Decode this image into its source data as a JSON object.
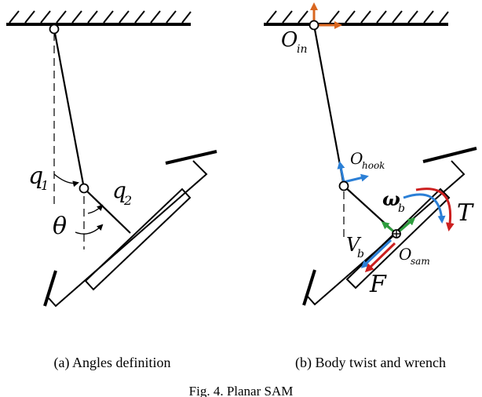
{
  "captions": {
    "left": "(a) Angles definition",
    "right": "(b) Body twist and wrench",
    "figure": "Fig. 4. Planar SAM"
  },
  "labels_left": {
    "q1": "q",
    "q1_sub": "1",
    "q2": "q",
    "q2_sub": "2",
    "theta": "θ"
  },
  "labels_right": {
    "o_in": "O",
    "o_in_sub": "in",
    "o_hook": "O",
    "o_hook_sub": "hook",
    "omega": "ω",
    "omega_sub": "b",
    "v": "V",
    "v_sub": "b",
    "o_sam": "O",
    "o_sam_sub": "sam",
    "force": "F",
    "torque": "T"
  },
  "colors": {
    "ink": "#000000",
    "axis_orange": "#d9661f",
    "axis_blue": "#2b7fd6",
    "axis_green": "#2e9e3e",
    "wrench_red": "#cc1f1f"
  }
}
